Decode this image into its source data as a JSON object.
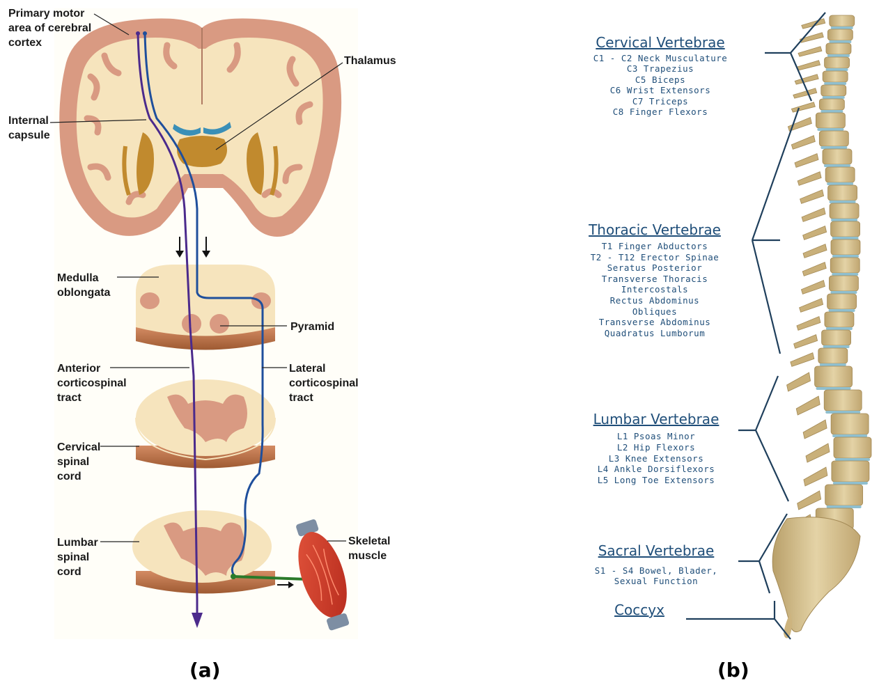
{
  "panel_a": {
    "caption": "(a)",
    "labels": {
      "primary_motor_1": "Primary motor",
      "primary_motor_2": "area of cerebral",
      "primary_motor_3": "cortex",
      "thalamus": "Thalamus",
      "internal_capsule_1": "Internal",
      "internal_capsule_2": "capsule",
      "medulla_1": "Medulla",
      "medulla_2": "oblongata",
      "pyramid": "Pyramid",
      "anterior_1": "Anterior",
      "anterior_2": "corticospinal",
      "anterior_3": "tract",
      "lateral_1": "Lateral",
      "lateral_2": "corticospinal",
      "lateral_3": "tract",
      "cervical_1": "Cervical",
      "cervical_2": "spinal",
      "cervical_3": "cord",
      "lumbar_1": "Lumbar",
      "lumbar_2": "spinal",
      "lumbar_3": "cord",
      "skeletal_1": "Skeletal",
      "skeletal_2": "muscle"
    }
  },
  "panel_b": {
    "caption": "(b)",
    "sections": [
      {
        "title": "Cervical Vertebrae",
        "lines": [
          "C1 - C2  Neck Musculature",
          "C3  Trapezius",
          "C5  Biceps",
          "C6  Wrist Extensors",
          "C7  Triceps",
          "C8  Finger Flexors"
        ]
      },
      {
        "title": "Thoracic Vertebrae",
        "lines": [
          "T1  Finger Abductors",
          "T2 - T12  Erector Spinae",
          "Seratus Posterior",
          "Transverse Thoracis",
          "Intercostals",
          "Rectus Abdominus",
          "Obliques",
          "Transverse Abdominus",
          "Quadratus Lumborum"
        ]
      },
      {
        "title": "Lumbar Vertebrae",
        "lines": [
          "L1  Psoas Minor",
          "L2  Hip Flexors",
          "L3  Knee Extensors",
          "L4  Ankle Dorsiflexors",
          "L5  Long Toe Extensors"
        ]
      },
      {
        "title": "Sacral Vertebrae",
        "lines": [
          "S1 - S4 Bowel, Blader,",
          "Sexual Function"
        ]
      },
      {
        "title": "Coccyx",
        "lines": []
      }
    ]
  },
  "colors": {
    "cortex": "#d99a82",
    "white_matter": "#f6e4bd",
    "nuclei": "#c18a2e",
    "ventricle": "#3a8fb7",
    "tract_purple": "#4b2a8c",
    "tract_blue": "#1f4f9c",
    "motor_nerve": "#2a7a2a",
    "bone": "#d9c493",
    "disc": "#8fbfcf",
    "text_blue": "#1f4e79"
  }
}
